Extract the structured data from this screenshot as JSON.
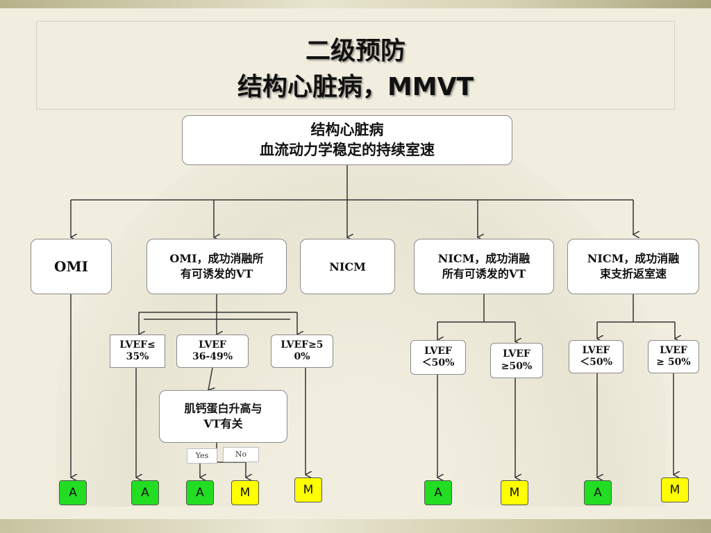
{
  "title": {
    "line1": "二级预防",
    "line2": "结构心脏病，MMVT"
  },
  "root": {
    "line1": "结构心脏病",
    "line2": "血流动力学稳定的持续室速"
  },
  "categories": [
    {
      "label": "OMI"
    },
    {
      "line1": "OMI，成功消融所",
      "line2": "有可诱发的VT"
    },
    {
      "label": "NICM"
    },
    {
      "line1": "NICM，成功消融",
      "line2": "所有可诱发的VT"
    },
    {
      "line1": "NICM，成功消融",
      "line2": "束支折返室速"
    }
  ],
  "lvef": [
    {
      "line1": "LVEF≤",
      "line2": "35%"
    },
    {
      "line1": "LVEF",
      "line2": "36-49%"
    },
    {
      "line1": "LVEF≥5",
      "line2": "0%"
    },
    {
      "line1": "LVEF",
      "line2": "＜50%"
    },
    {
      "line1": "LVEF",
      "line2": "≥50%"
    },
    {
      "line1": "LVEF",
      "line2": "＜50%"
    },
    {
      "line1": "LVEF",
      "line2": "≥ 50%"
    }
  ],
  "troponin": {
    "line1": "肌钙蛋白升高与",
    "line2": "VT有关"
  },
  "yes_label": "Yes",
  "no_label": "No",
  "outcomes": [
    "A",
    "A",
    "A",
    "M",
    "M",
    "A",
    "M",
    "A",
    "M"
  ],
  "colors": {
    "A": "#22dd22",
    "M": "#ffff00"
  }
}
